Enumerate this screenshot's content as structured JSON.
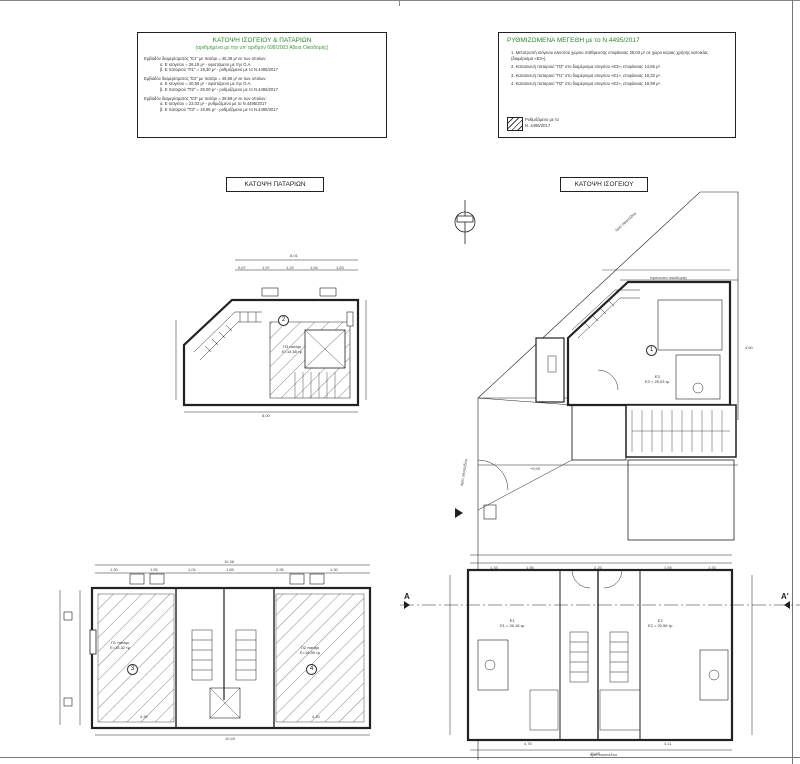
{
  "legend_left": {
    "title": "ΚΑΤΟΨΗ ΙΣΟΓΕΙΟΥ & ΠΑΤΑΡΙΩΝ",
    "subtitle": "(αριθμημένα με την υπ' αριθμόν 698/2003 Αδεια Οικοδομής)",
    "lines": [
      "Εμβαδόν διαμερίσματος \"Ε1\" με πατάρι = 45,48 μ² εκ των οποίων:",
      "α.  Ε ισογείου = 26,18 μ² - υφιστάμενο με την Ο.Α.",
      "β.  Ε παταριού \"Π1\" = 19,30 μ² - ρυθμιζόμενο με το Ν.4495/2017",
      "Εμβαδόν διαμερίσματος \"Ε2\" με πατάρι = 46,66 μ² εκ των οποίων:",
      "α.  Ε ισογείου = 20,56 μ² - υφιστάμενο με την Ο.Α.",
      "β.  Ε παταριού \"Π2\" = 26,00 μ² - ρυθμιζόμενο με το Ν.4495/2017",
      "Εμβαδόν διαμερίσματος \"Ε3\" με πατάρι = 39,68 μ² εκ των οποίων:",
      "α.  Ε ισογείου = 23,03 μ² - ρυθμιζόμενο με το Ν.4495/2017",
      "β.  Ε παταριού \"Π3\" = 16,65 μ² - ρυθμιζόμενο με το Ν.4495/2017"
    ]
  },
  "legend_right": {
    "title": "ΡΥΘΜΙΖΟΜΕΝΑ ΜΕΓΕΘΗ με το Ν.4495/2017",
    "items": [
      "1.  Μετατροπή ισόγειου κλειστού χώρου στάθμευσης επιφάνειας 25,03 μ² σε χώρο κύριας χρήσης κατοικίας (διαμέρισμα «Ε3»).",
      "2.  Κατασκευή παταριού \"Π3\" στο διαμέρισμα ισογείου «Ε3», επιφάνειας 14,65 μ².",
      "3.  Κατασκευή παταριού \"Π1\" στο διαμέρισμα ισογείου «Ε1», επιφάνειας 18,32 μ².",
      "4.  Κατασκευή παταριού \"Π2\" στο διαμέρισμα ισογείου «Ε2», επιφάνειας 18,99 μ²."
    ],
    "hatch_key": [
      "Ρυθμιζόμενο με το",
      "Ν. 4495/2017"
    ]
  },
  "titles": {
    "mezzanine": "ΚΑΤΟΨΗ ΠΑΤΑΡΙΩΝ",
    "ground": "ΚΑΤΟΨΗ ΙΣΟΓΕΙΟΥ"
  },
  "labels": {
    "boundary_1": "όριο οικοπέδου",
    "boundary_2": "όριο οικοπέδου",
    "boundary_3": "όριο οικοπέδου",
    "boundary_bottom": "όριο οικοπέδου",
    "street_line": "πρόσωπο οικοδομής",
    "level_mark": "+0,00",
    "section_a_left": "A",
    "section_a_right": "A'"
  },
  "rooms": {
    "p3": "Π3 πατάρι\nΕ=14,65 τμ",
    "e3": "Ε3\nΕ3 = 25,03 τμ",
    "p1": "Π1 πατάρι\nΕ=18,32 τμ",
    "p2": "Π2 πατάρι\nΕ=18,99 τμ",
    "e1": "Ε1\nΕ1 = 26,18 τμ",
    "e2": "Ε2\nΕ2 = 20,56 τμ"
  },
  "circled_numbers": [
    "1",
    "2",
    "3",
    "4"
  ],
  "dims": {
    "mezz_top_total": "8,01",
    "mezz_bottom_total": "8,00",
    "mezz_parts": [
      "0,67",
      "1,57",
      "1,24",
      "1,54",
      "1,63"
    ],
    "bot_top_total": "10,36",
    "bot_parts": [
      "1,30",
      "1,55",
      "1,04",
      "1,65",
      "2,95",
      "1,30"
    ],
    "bot_bottom_total": "10,40",
    "ground_bottom_total": "10,65",
    "ground_height": "4,60",
    "bot_mid": "4,30",
    "bot_mid2": "4,30",
    "ground_parts": [
      "1,33",
      "1,55",
      "2,25",
      "1,55",
      "1,33"
    ],
    "ground_sub": [
      "4,76",
      "4,11"
    ]
  }
}
